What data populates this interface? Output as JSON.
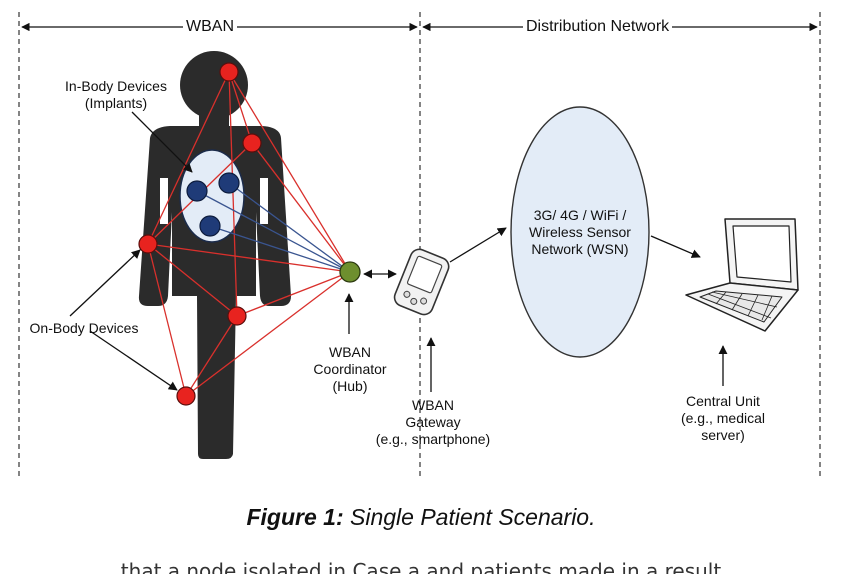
{
  "diagram": {
    "sections": {
      "wban": "WBAN",
      "distribution": "Distribution Network"
    },
    "labels": {
      "in_body": [
        "In-Body Devices",
        "(Implants)"
      ],
      "on_body": "On-Body Devices",
      "coordinator": [
        "WBAN",
        "Coordinator",
        "(Hub)"
      ],
      "gateway": [
        "WBAN",
        "Gateway",
        "(e.g., smartphone)"
      ],
      "network": [
        "3G/ 4G / WiFi /",
        "Wireless Sensor",
        "Network (WSN)"
      ],
      "central_unit": [
        "Central Unit",
        "(e.g., medical",
        "server)"
      ]
    },
    "colors": {
      "body": "#2b2b2b",
      "on_body_node": "#e8231f",
      "in_body_node": "#1f3b78",
      "implant_region": "#e3ecf7",
      "hub": "#6e8f2e",
      "network_cloud": "#e3ecf7",
      "link_red": "#d9302c",
      "link_blue": "#3a5590"
    }
  },
  "caption": {
    "label": "Figure 1:",
    "text": "Single Patient Scenario."
  },
  "body_text": "that a node isolated in Case a and patients made in a result"
}
